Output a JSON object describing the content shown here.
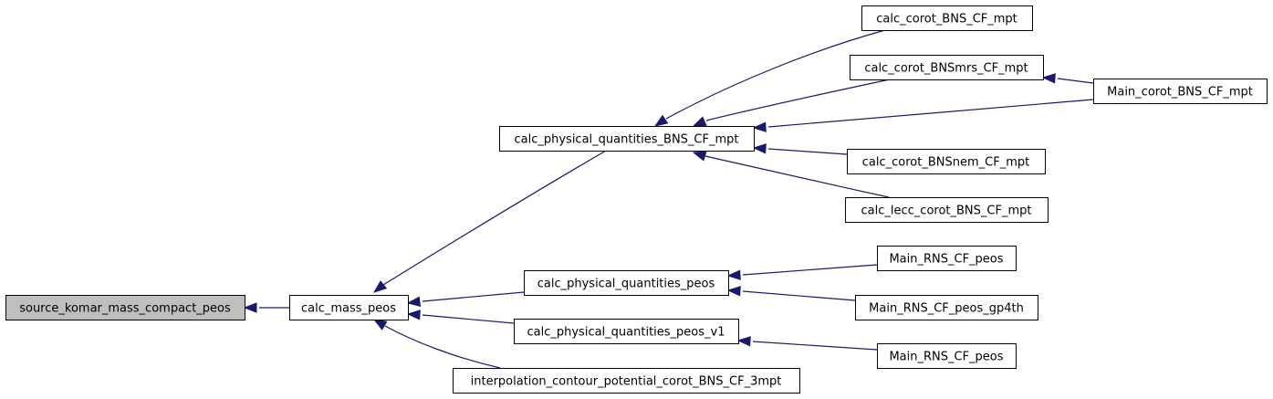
{
  "graph": {
    "nodes": [
      {
        "id": "n0",
        "label": "source_komar_mass_compact_peos",
        "highlighted": true
      },
      {
        "id": "n1",
        "label": "calc_mass_peos"
      },
      {
        "id": "n2",
        "label": "calc_physical_quantities_BNS_CF_mpt"
      },
      {
        "id": "n3",
        "label": "calc_physical_quantities_peos"
      },
      {
        "id": "n4",
        "label": "calc_physical_quantities_peos_v1"
      },
      {
        "id": "n5",
        "label": "interpolation_contour_potential_corot_BNS_CF_3mpt"
      },
      {
        "id": "n6",
        "label": "calc_corot_BNS_CF_mpt"
      },
      {
        "id": "n7",
        "label": "calc_corot_BNSmrs_CF_mpt"
      },
      {
        "id": "n8",
        "label": "calc_corot_BNSnem_CF_mpt"
      },
      {
        "id": "n9",
        "label": "calc_lecc_corot_BNS_CF_mpt"
      },
      {
        "id": "n10",
        "label": "Main_corot_BNS_CF_mpt"
      },
      {
        "id": "n11",
        "label": "Main_RNS_CF_peos"
      },
      {
        "id": "n12",
        "label": "Main_RNS_CF_peos_gp4th"
      },
      {
        "id": "n13",
        "label": "Main_RNS_CF_peos"
      }
    ],
    "edges": [
      {
        "from": "n1",
        "to": "n0"
      },
      {
        "from": "n2",
        "to": "n1"
      },
      {
        "from": "n3",
        "to": "n1"
      },
      {
        "from": "n4",
        "to": "n1"
      },
      {
        "from": "n5",
        "to": "n1"
      },
      {
        "from": "n6",
        "to": "n2"
      },
      {
        "from": "n7",
        "to": "n2"
      },
      {
        "from": "n10",
        "to": "n2"
      },
      {
        "from": "n8",
        "to": "n2"
      },
      {
        "from": "n9",
        "to": "n2"
      },
      {
        "from": "n10",
        "to": "n7"
      },
      {
        "from": "n11",
        "to": "n3"
      },
      {
        "from": "n12",
        "to": "n3"
      },
      {
        "from": "n13",
        "to": "n4"
      }
    ],
    "colors": {
      "edge": "#191970",
      "root_fill": "#bfbfbf",
      "node_fill": "#ffffff",
      "node_border": "#000000"
    }
  }
}
